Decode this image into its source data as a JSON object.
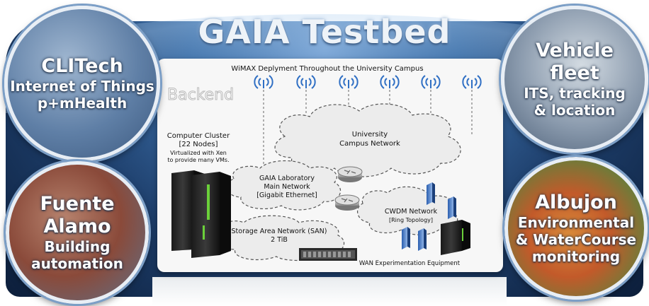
{
  "title": "GAIA Testbed",
  "circles": {
    "clitech": {
      "line1": "CLITech",
      "line2": "Internet of Things",
      "line3": "p+mHealth"
    },
    "vehicle": {
      "line1": "Vehicle",
      "line2": "fleet",
      "line3": "ITS, tracking",
      "line4": "& location"
    },
    "fuente": {
      "line1": "Fuente",
      "line2": "Alamo",
      "line3": "Building",
      "line4": "automation"
    },
    "albujon": {
      "line1": "Albujon",
      "line2": "Environmental",
      "line3": "& WaterCourse",
      "line4": "monitoring"
    }
  },
  "diagram": {
    "wimax_label": "WiMAX Deplyment Throughout the University Campus",
    "backend_label": "Backend",
    "cluster": {
      "line1": "Computer Cluster",
      "line2": "[22 Nodes]",
      "line3": "Virtualized with Xen",
      "line4": "to provide many VMs."
    },
    "campus": {
      "line1": "University",
      "line2": "Campus Network"
    },
    "lab": {
      "line1": "GAIA Laboratory",
      "line2": "Main Network",
      "line3": "[Gigabit Ethernet]"
    },
    "cwdm": {
      "line1": "CWDM Network",
      "line2": "[Ring Topology]"
    },
    "san": {
      "line1": "Storage Area Network (SAN)",
      "line2": "2 TiB"
    },
    "wan_label": "WAN Experimentation Equipment"
  },
  "colors": {
    "panel_bg": "#f7f7f7",
    "cloud": "#eeeeee",
    "antenna": "#2f6fc4",
    "rack_green": "#6bd03a"
  }
}
